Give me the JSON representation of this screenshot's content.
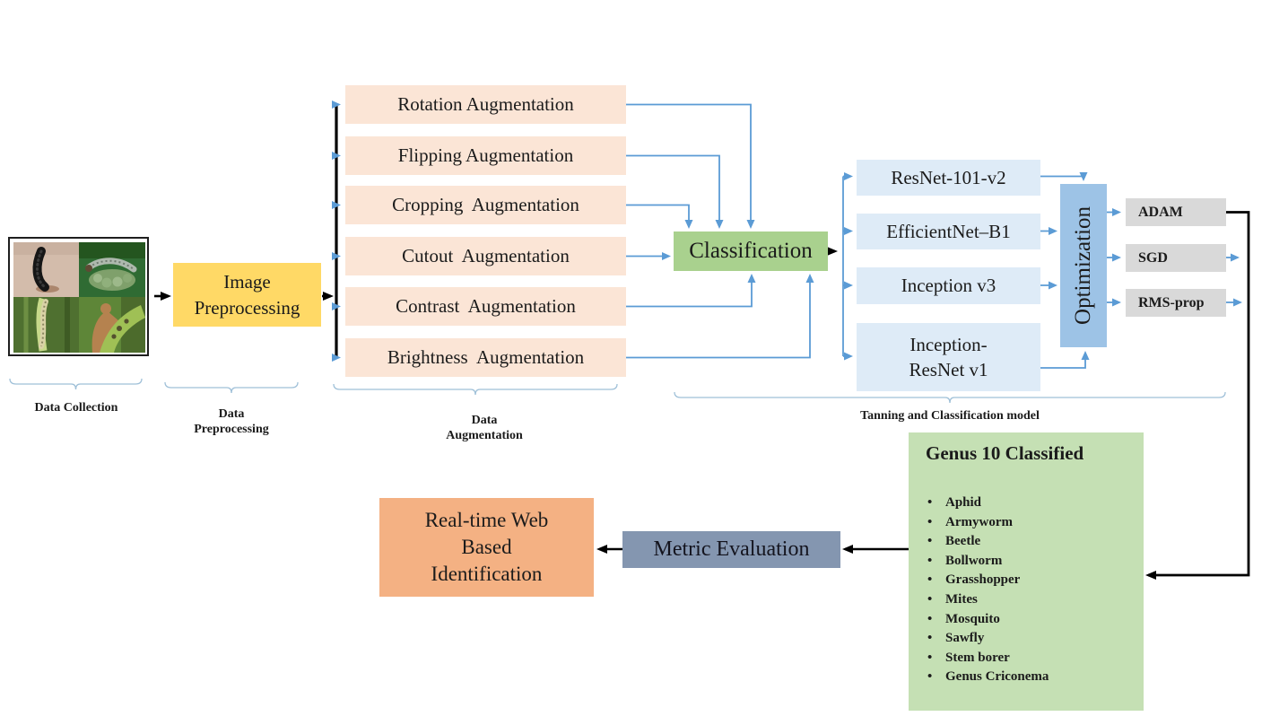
{
  "stages": {
    "collection_label": "Data Collection",
    "preprocessing_label": "Data\nPreprocessing",
    "augmentation_label": "Data\nAugmentation",
    "training_label": "Tanning and Classification model"
  },
  "boxes": {
    "image_preprocessing": "Image\nPreprocessing",
    "classification": "Classification",
    "optimization": "Optimization",
    "metric_evaluation": "Metric Evaluation",
    "realtime_identification": "Real-time Web\nBased\nIdentification"
  },
  "augmentations": [
    "Rotation Augmentation",
    "Flipping Augmentation",
    "Cropping  Augmentation",
    "Cutout  Augmentation",
    "Contrast  Augmentation",
    "Brightness  Augmentation"
  ],
  "models": [
    "ResNet-101-v2",
    "EfficientNet–B1",
    "Inception v3",
    "Inception-\nResNet v1"
  ],
  "optimizers": [
    "ADAM",
    "SGD",
    "RMS-prop"
  ],
  "genus": {
    "title": "Genus 10 Classified",
    "items": [
      "Aphid",
      "Armyworm",
      "Beetle",
      "Bollworm",
      "Grasshopper",
      "Mites",
      "Mosquito",
      "Sawfly",
      "Stem borer",
      "Genus Criconema"
    ]
  },
  "colors": {
    "augmentation_box": "#FBE5D6",
    "preprocessing_box": "#FFD966",
    "classification_box": "#A9D18E",
    "model_box": "#DEEBF7",
    "optimization_box": "#9DC3E6",
    "optimizer_box": "#D9D9D9",
    "genus_box": "#C5E0B4",
    "metric_box": "#8496B0",
    "realtime_box": "#F4B183",
    "connector_blue": "#5B9BD5",
    "connector_black": "#000000",
    "brace_blue": "#9FC0D8"
  },
  "collage": {
    "description": "four insect field photos",
    "tiles": [
      "caterpillar on skin",
      "armyworm on wheat head",
      "caterpillar on wheat stalk",
      "hand holding infested leaf"
    ]
  }
}
